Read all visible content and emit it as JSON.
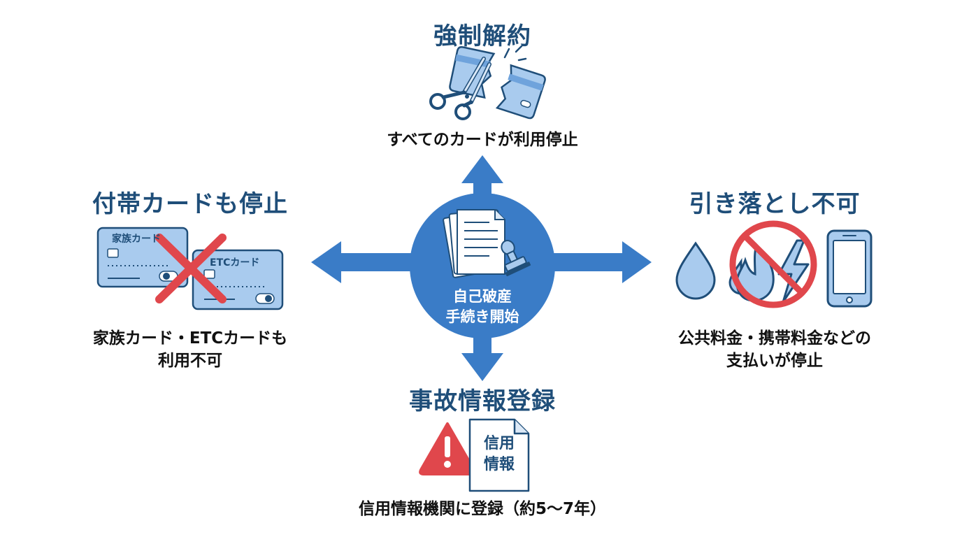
{
  "center": {
    "line1": "自己破産",
    "line2": "手続き開始"
  },
  "top": {
    "heading": "強制解約",
    "caption": "すべてのカードが利用停止"
  },
  "left": {
    "heading": "付帯カードも停止",
    "caption_line1": "家族カード・ETCカードも",
    "caption_line2": "利用不可",
    "card1_label": "家族カード",
    "card2_label": "ETCカード"
  },
  "right": {
    "heading": "引き落とし不可",
    "caption_line1": "公共料金・携帯料金などの",
    "caption_line2": "支払いが停止"
  },
  "bottom": {
    "heading": "事故情報登録",
    "doc_line1": "信用",
    "doc_line2": "情報",
    "caption": "信用情報機関に登録（約5〜7年）"
  },
  "colors": {
    "primary_blue": "#3a7cc7",
    "heading_navy": "#1f4e79",
    "icon_light_blue": "#a9cbee",
    "icon_outline": "#1f4e79",
    "alert_red": "#e0474c"
  },
  "icons": [
    "document-stamp-icon",
    "scissors-cut-card-icon",
    "crossed-out-cards-icon",
    "water-drop-icon",
    "flame-icon",
    "lightning-icon",
    "prohibited-icon",
    "smartphone-icon",
    "warning-icon",
    "credit-info-document-icon"
  ]
}
